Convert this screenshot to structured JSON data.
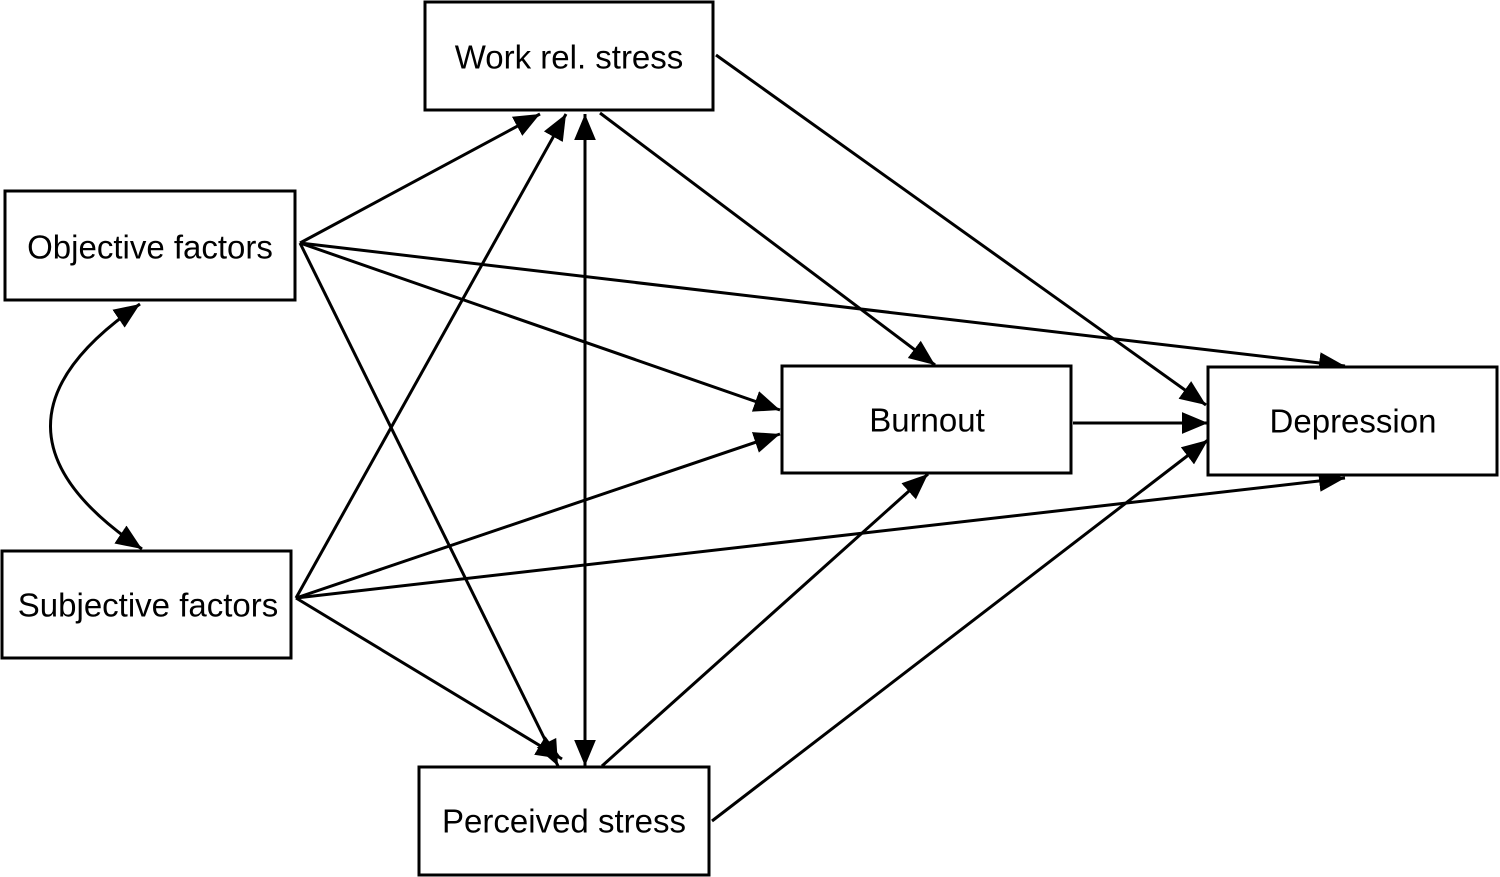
{
  "nodes": [
    {
      "id": "work_rel_stress",
      "label": "Work rel. stress"
    },
    {
      "id": "objective_factors",
      "label": "Objective factors"
    },
    {
      "id": "subjective_factors",
      "label": "Subjective factors"
    },
    {
      "id": "burnout",
      "label": "Burnout"
    },
    {
      "id": "depression",
      "label": "Depression"
    },
    {
      "id": "perceived_stress",
      "label": "Perceived stress"
    }
  ],
  "edges": [
    {
      "from": "objective_factors",
      "to": "work_rel_stress",
      "kind": "directed"
    },
    {
      "from": "objective_factors",
      "to": "burnout",
      "kind": "directed"
    },
    {
      "from": "objective_factors",
      "to": "depression",
      "kind": "directed"
    },
    {
      "from": "objective_factors",
      "to": "perceived_stress",
      "kind": "directed"
    },
    {
      "from": "subjective_factors",
      "to": "work_rel_stress",
      "kind": "directed"
    },
    {
      "from": "subjective_factors",
      "to": "burnout",
      "kind": "directed"
    },
    {
      "from": "subjective_factors",
      "to": "depression",
      "kind": "directed"
    },
    {
      "from": "subjective_factors",
      "to": "perceived_stress",
      "kind": "directed"
    },
    {
      "from": "work_rel_stress",
      "to": "burnout",
      "kind": "directed"
    },
    {
      "from": "work_rel_stress",
      "to": "depression",
      "kind": "directed"
    },
    {
      "from": "perceived_stress",
      "to": "burnout",
      "kind": "directed"
    },
    {
      "from": "perceived_stress",
      "to": "depression",
      "kind": "directed"
    },
    {
      "from": "burnout",
      "to": "depression",
      "kind": "directed"
    },
    {
      "from": "work_rel_stress",
      "to": "perceived_stress",
      "kind": "covariance"
    },
    {
      "from": "objective_factors",
      "to": "subjective_factors",
      "kind": "covariance"
    }
  ],
  "colors": {
    "stroke": "#000000",
    "background": "#ffffff"
  }
}
